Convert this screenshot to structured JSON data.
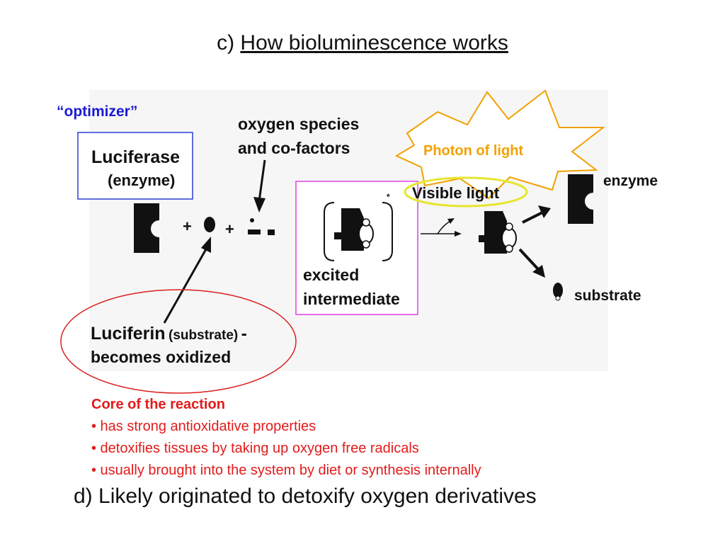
{
  "slide": {
    "title_prefix": "c) ",
    "title_main": "How bioluminescence works",
    "conclusion": "d) Likely originated to detoxify oxygen derivatives"
  },
  "diagram": {
    "optimizer_label": "“optimizer”",
    "luciferase_name": "Luciferase",
    "luciferase_role": "(enzyme)",
    "oxygen_line1": "oxygen species",
    "oxygen_line2": "and co-factors",
    "plus_sign": "+",
    "excited_line1": "excited",
    "excited_line2": "intermediate",
    "asterisk": "*",
    "visible_light": "Visible light",
    "photon_label": "Photon of light",
    "enzyme_label": "enzyme",
    "substrate_label": "substrate",
    "luciferin_name": "Luciferin",
    "luciferin_role": "(substrate)",
    "luciferin_dash": "-",
    "luciferin_line2": "becomes oxidized"
  },
  "colors": {
    "optimizer_blue": "#1a1ad6",
    "photon_orange": "#f2a100",
    "core_red": "#e21b1b",
    "ellipse_yellow": "#e6e62e",
    "excited_box_magenta": "#dd44dd",
    "luciferin_ellipse_red": "#d92020",
    "luciferase_box_blue": "#2a3fd6"
  },
  "core": {
    "title": "Core of the reaction",
    "bullets": [
      "• has strong antioxidative properties",
      "• detoxifies tissues by taking up oxygen free radicals",
      "• usually brought into the system by diet or synthesis internally"
    ]
  }
}
